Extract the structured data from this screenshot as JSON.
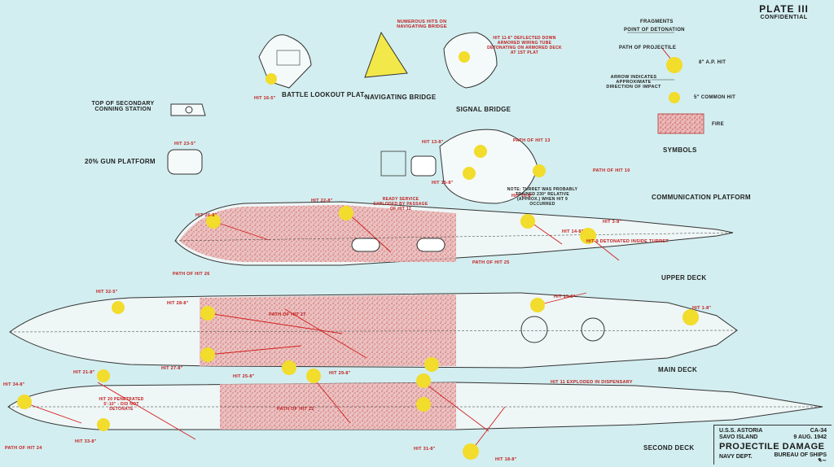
{
  "plate": {
    "title": "PLATE III",
    "classification": "CONFIDENTIAL"
  },
  "views": {
    "upper_deck": "UPPER DECK",
    "main_deck": "MAIN DECK",
    "second_deck": "SECOND DECK",
    "battle_lookout": "BATTLE LOOKOUT PLAT.",
    "navigating_bridge": "NAVIGATING BRIDGE",
    "signal_bridge": "SIGNAL BRIDGE",
    "secondary_conning": "TOP OF SECONDARY CONNING STATION",
    "gun_platform": "20% GUN PLATFORM",
    "communication_platform": "COMMUNICATION PLATFORM",
    "symbols": "SYMBOLS"
  },
  "legend": {
    "fragments": "FRAGMENTS",
    "point_of_detonation": "POINT OF DETONATION",
    "path_of_projectile": "PATH OF PROJECTILE",
    "ap_hit": "8\" A.P. HIT",
    "arrow_note": "ARROW INDICATES APPROXIMATE DIRECTION OF IMPACT",
    "common_hit": "5\" COMMON HIT",
    "fire": "FIRE"
  },
  "annotations": {
    "bridge_hits": "NUMEROUS HITS ON NAVIGATING BRIDGE",
    "deflected": "HIT 11-6\" DEFLECTED DOWN ARMORED WIRING TUBE DETONATING ON ARMORED DECK AT 1ST PLAT",
    "turret_note": "NOTE: TURRET WAS PROBABLY TRAINED 230° RELATIVE (APPROX.) WHEN HIT 9 OCCURRED",
    "turret_det": "HIT 9 DETONATED INSIDE TURRET",
    "ready_service": "READY SERVICE EXPLODED BY PASSAGE OF HIT 12",
    "hit_dispensary": "HIT 11 EXPLODED IN DISPENSARY",
    "penetrated": "HIT 20 PENETRATED 5'-10\" - DID NOT DETONATE",
    "hit_names": [
      "HIT 16-5\"",
      "HIT 23-5\"",
      "HIT 13-8\"",
      "HIT 15-8\"",
      "HIT 22-8\"",
      "HIT 26-8\"",
      "HIT 32-5\"",
      "HIT 28-8\"",
      "HIT 27-8\"",
      "HIT 25-8\"",
      "HIT 29-8\"",
      "HIT 21-8\"",
      "HIT 34-8\"",
      "HIT 33-8\"",
      "HIT 31-8\"",
      "HIT 18-8\"",
      "HIT 19-8\"",
      "HIT 1-8\"",
      "HIT 3-8\"",
      "HIT 14-8\"",
      "HIT 10-8\""
    ],
    "path_names": [
      "PATH OF HIT 13",
      "PATH OF HIT 10",
      "PATH OF HIT 26",
      "PATH OF HIT 27",
      "PATH OF HIT 24",
      "PATH OF HIT 22",
      "PATH OF HIT 25"
    ]
  },
  "title_block": {
    "ship": "U.S.S. ASTORIA",
    "hull": "CA-34",
    "place": "SAVO ISLAND",
    "date": "9 AUG. 1942",
    "title": "PROJECTILE DAMAGE",
    "dept": "NAVY DEPT.",
    "bureau": "BUREAU OF SHIPS"
  },
  "colors": {
    "background": "#d3eef0",
    "hit": "#f2dc2c",
    "fire": "#d86a6a",
    "path": "#d22020",
    "line": "#333333"
  }
}
